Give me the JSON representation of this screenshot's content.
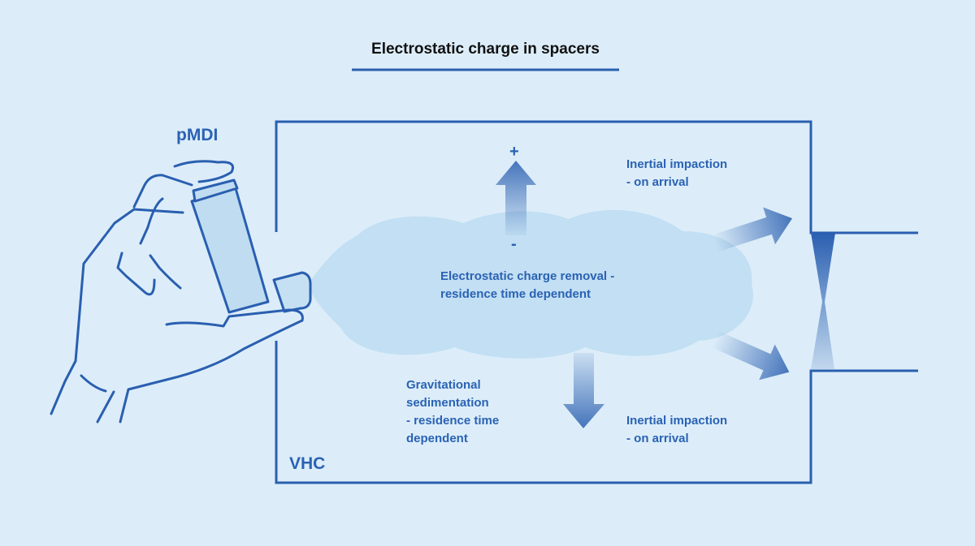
{
  "title": "Electrostatic charge in spacers",
  "labels": {
    "pmdi": "pMDI",
    "vhc": "VHC",
    "plus": "+",
    "minus": "-",
    "electrostatic_1": "Electrostatic charge removal -",
    "electrostatic_2": "residence time dependent",
    "inertial_top_1": "Inertial impaction",
    "inertial_top_2": "- on arrival",
    "inertial_bottom_1": "Inertial impaction",
    "inertial_bottom_2": "- on arrival",
    "grav_1": "Gravitational",
    "grav_2": "sedimentation",
    "grav_3": "- residence time",
    "grav_4": "dependent"
  },
  "colors": {
    "background": "#dcedf9",
    "line": "#2a5fb0",
    "title": "#111111"
  }
}
